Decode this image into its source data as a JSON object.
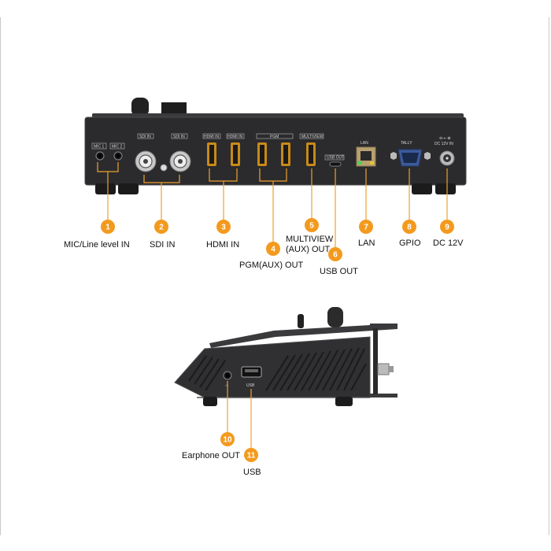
{
  "colors": {
    "badge": "#f39a1e",
    "chassis": "#2b2b2d",
    "leader_line": "#f0a030",
    "port_gold": "#c98a16",
    "lan_jack": "#b8a070",
    "gpio_port": "#3d5a9a"
  },
  "rear_panel": {
    "port_labels": [
      "MIC 1",
      "MIC 2",
      "SDI IN",
      "SDI IN",
      "HDMI IN",
      "HDMI IN",
      "PGM",
      "MULTIVIEW",
      "USB OUT",
      "LAN",
      "TALLY",
      "DC 12V IN"
    ]
  },
  "callouts": [
    {
      "number": "1",
      "label": "MIC/Line level IN"
    },
    {
      "number": "2",
      "label": "SDI IN"
    },
    {
      "number": "3",
      "label": "HDMI IN"
    },
    {
      "number": "4",
      "label": "PGM(AUX) OUT"
    },
    {
      "number": "5",
      "label": "MULTIVIEW (AUX) OUT"
    },
    {
      "number": "6",
      "label": "USB OUT"
    },
    {
      "number": "7",
      "label": "LAN"
    },
    {
      "number": "8",
      "label": "GPIO"
    },
    {
      "number": "9",
      "label": "DC 12V"
    },
    {
      "number": "10",
      "label": "Earphone OUT"
    },
    {
      "number": "11",
      "label": "USB"
    }
  ],
  "side_panel": {
    "usb_label": "USB"
  }
}
